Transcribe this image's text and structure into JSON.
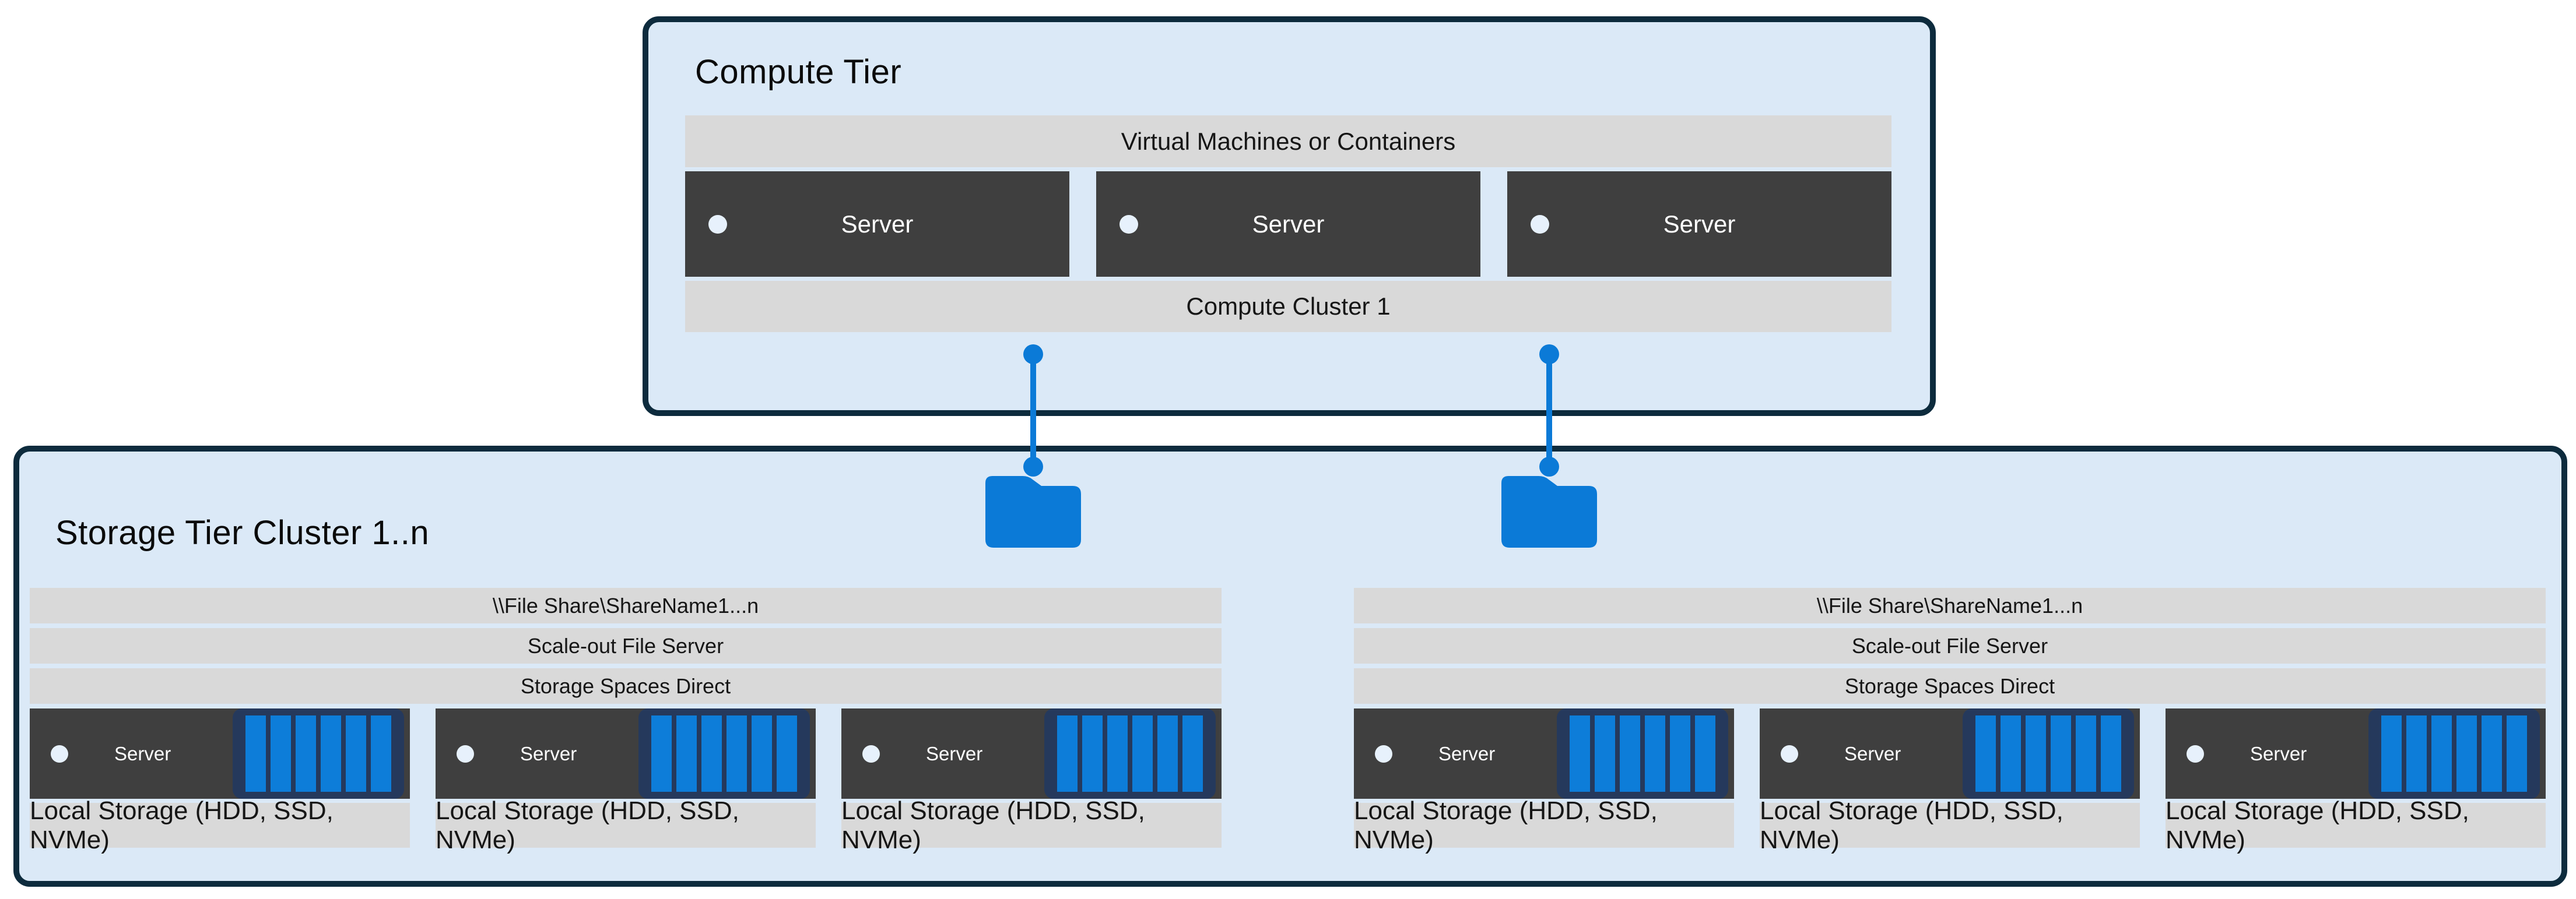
{
  "diagram": {
    "kind": "storage-spaces-direct-disaggregated-architecture"
  },
  "colors": {
    "canvas_bg": "#ffffff",
    "tier_fill": "#dbe9f7",
    "tier_border": "#0d2b3d",
    "bar_fill": "#d9d9d9",
    "server_fill": "#3f3f3f",
    "accent_blue": "#0b7ad7",
    "disk_frame_navy": "#25395c",
    "disk_bar_blue": "#0d7dd9",
    "status_dot": "#e7f1fc",
    "text_dark": "#161616",
    "text_light": "#ffffff"
  },
  "icons": {
    "folder": "folder-icon",
    "disk_array": "disk-array-icon",
    "status_dot": "status-dot-icon",
    "connector": "connector-line"
  },
  "compute_tier": {
    "title": "Compute Tier",
    "vm_bar_label": "Virtual Machines or Containers",
    "servers": [
      {
        "label": "Server"
      },
      {
        "label": "Server"
      },
      {
        "label": "Server"
      }
    ],
    "cluster_bar_label": "Compute Cluster 1"
  },
  "storage_tier": {
    "title": "Storage Tier Cluster 1..n",
    "clusters": [
      {
        "file_share_label": "\\\\File Share\\ShareName1...n",
        "sofs_label": "Scale-out File Server",
        "s2d_label": "Storage Spaces Direct",
        "servers": [
          {
            "label": "Server",
            "local_storage_label": "Local Storage (HDD, SSD, NVMe)"
          },
          {
            "label": "Server",
            "local_storage_label": "Local Storage (HDD, SSD, NVMe)"
          },
          {
            "label": "Server",
            "local_storage_label": "Local Storage (HDD, SSD, NVMe)"
          }
        ]
      },
      {
        "file_share_label": "\\\\File Share\\ShareName1...n",
        "sofs_label": "Scale-out File Server",
        "s2d_label": "Storage Spaces Direct",
        "servers": [
          {
            "label": "Server",
            "local_storage_label": "Local Storage (HDD, SSD, NVMe)"
          },
          {
            "label": "Server",
            "local_storage_label": "Local Storage (HDD, SSD, NVMe)"
          },
          {
            "label": "Server",
            "local_storage_label": "Local Storage (HDD, SSD, NVMe)"
          }
        ]
      }
    ]
  }
}
